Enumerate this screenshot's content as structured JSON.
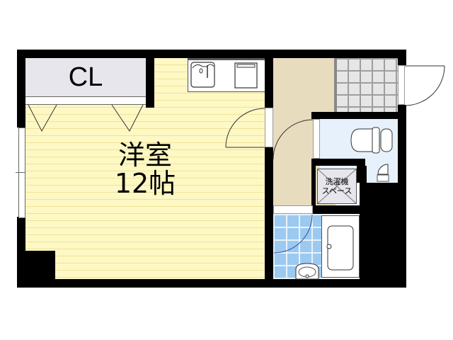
{
  "floor_plan": {
    "rooms": {
      "closet": {
        "label": "CL"
      },
      "western_room": {
        "name": "洋室",
        "size": "12帖"
      },
      "washer_space": {
        "line1": "洗濯機",
        "line2": "スペース"
      }
    },
    "colors": {
      "wall": "#000000",
      "western_room_floor": "#fdf8c4",
      "entry_floor": "#e8dcbf",
      "closet_fill": "#e8e6ed",
      "bath_tile": "#9cc9f0",
      "toilet_floor": "#e6f1fb",
      "genkan_tile": "#e6e6e6"
    }
  }
}
